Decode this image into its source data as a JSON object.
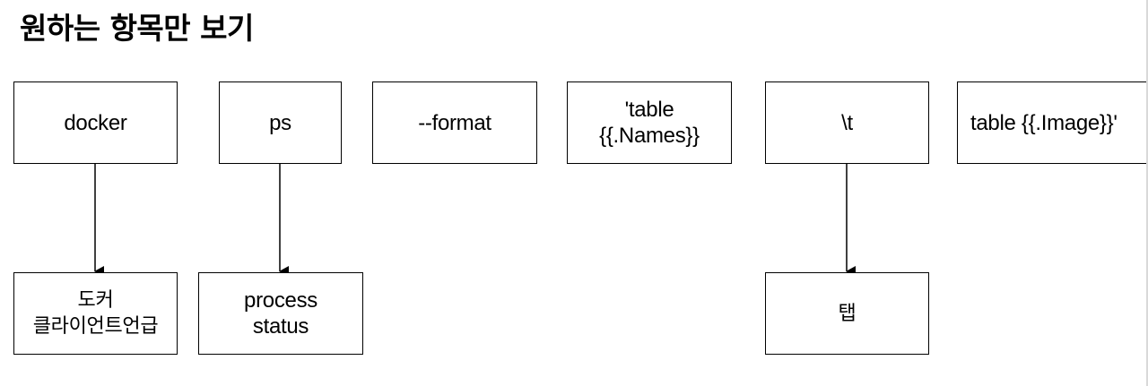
{
  "title": "원하는 항목만 보기",
  "top_row": [
    {
      "id": "docker",
      "label": "docker"
    },
    {
      "id": "ps",
      "label": "ps"
    },
    {
      "id": "format",
      "label": "--format"
    },
    {
      "id": "table-names",
      "label": "'table\n{{.Names}}"
    },
    {
      "id": "tab-escape",
      "label": "\\t"
    },
    {
      "id": "table-image",
      "label": "table {{.Image}}'"
    }
  ],
  "bottom_row": [
    {
      "id": "docker-desc",
      "label": "도커\n클라이언트언급"
    },
    {
      "id": "ps-desc",
      "label": "process\nstatus"
    },
    {
      "id": "tab-desc",
      "label": "탭"
    }
  ],
  "connections": [
    {
      "from": "docker",
      "to": "docker-desc"
    },
    {
      "from": "ps",
      "to": "ps-desc"
    },
    {
      "from": "tab-escape",
      "to": "tab-desc"
    }
  ]
}
